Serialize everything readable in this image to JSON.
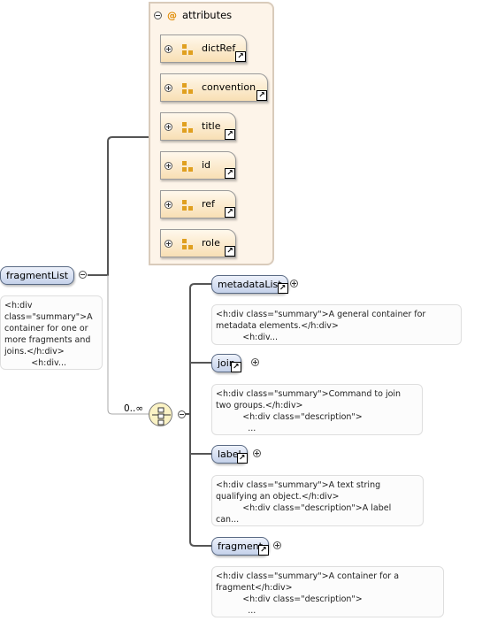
{
  "root": {
    "name": "fragmentList",
    "doc": "<h:div\nclass=\"summary\">A\ncontainer for one or\nmore fragments and\njoins.</h:div>\n          <h:div..."
  },
  "attributes": {
    "label": "attributes",
    "items": [
      "dictRef",
      "convention",
      "title",
      "id",
      "ref",
      "role"
    ]
  },
  "sequence": {
    "cardinality": "0..∞"
  },
  "children": [
    {
      "name": "metadataList",
      "doc": "<h:div class=\"summary\">A general container for\nmetadata elements.</h:div>\n          <h:div..."
    },
    {
      "name": "join",
      "doc": "<h:div class=\"summary\">Command to join\ntwo groups.</h:div>\n          <h:div class=\"description\">\n            ..."
    },
    {
      "name": "label",
      "doc": "<h:div class=\"summary\">A text string\nqualifying an object.</h:div>\n          <h:div class=\"description\">A label\ncan..."
    },
    {
      "name": "fragment",
      "doc": "<h:div class=\"summary\">A container for a\nfragment</h:div>\n          <h:div class=\"description\">\n            ..."
    }
  ]
}
